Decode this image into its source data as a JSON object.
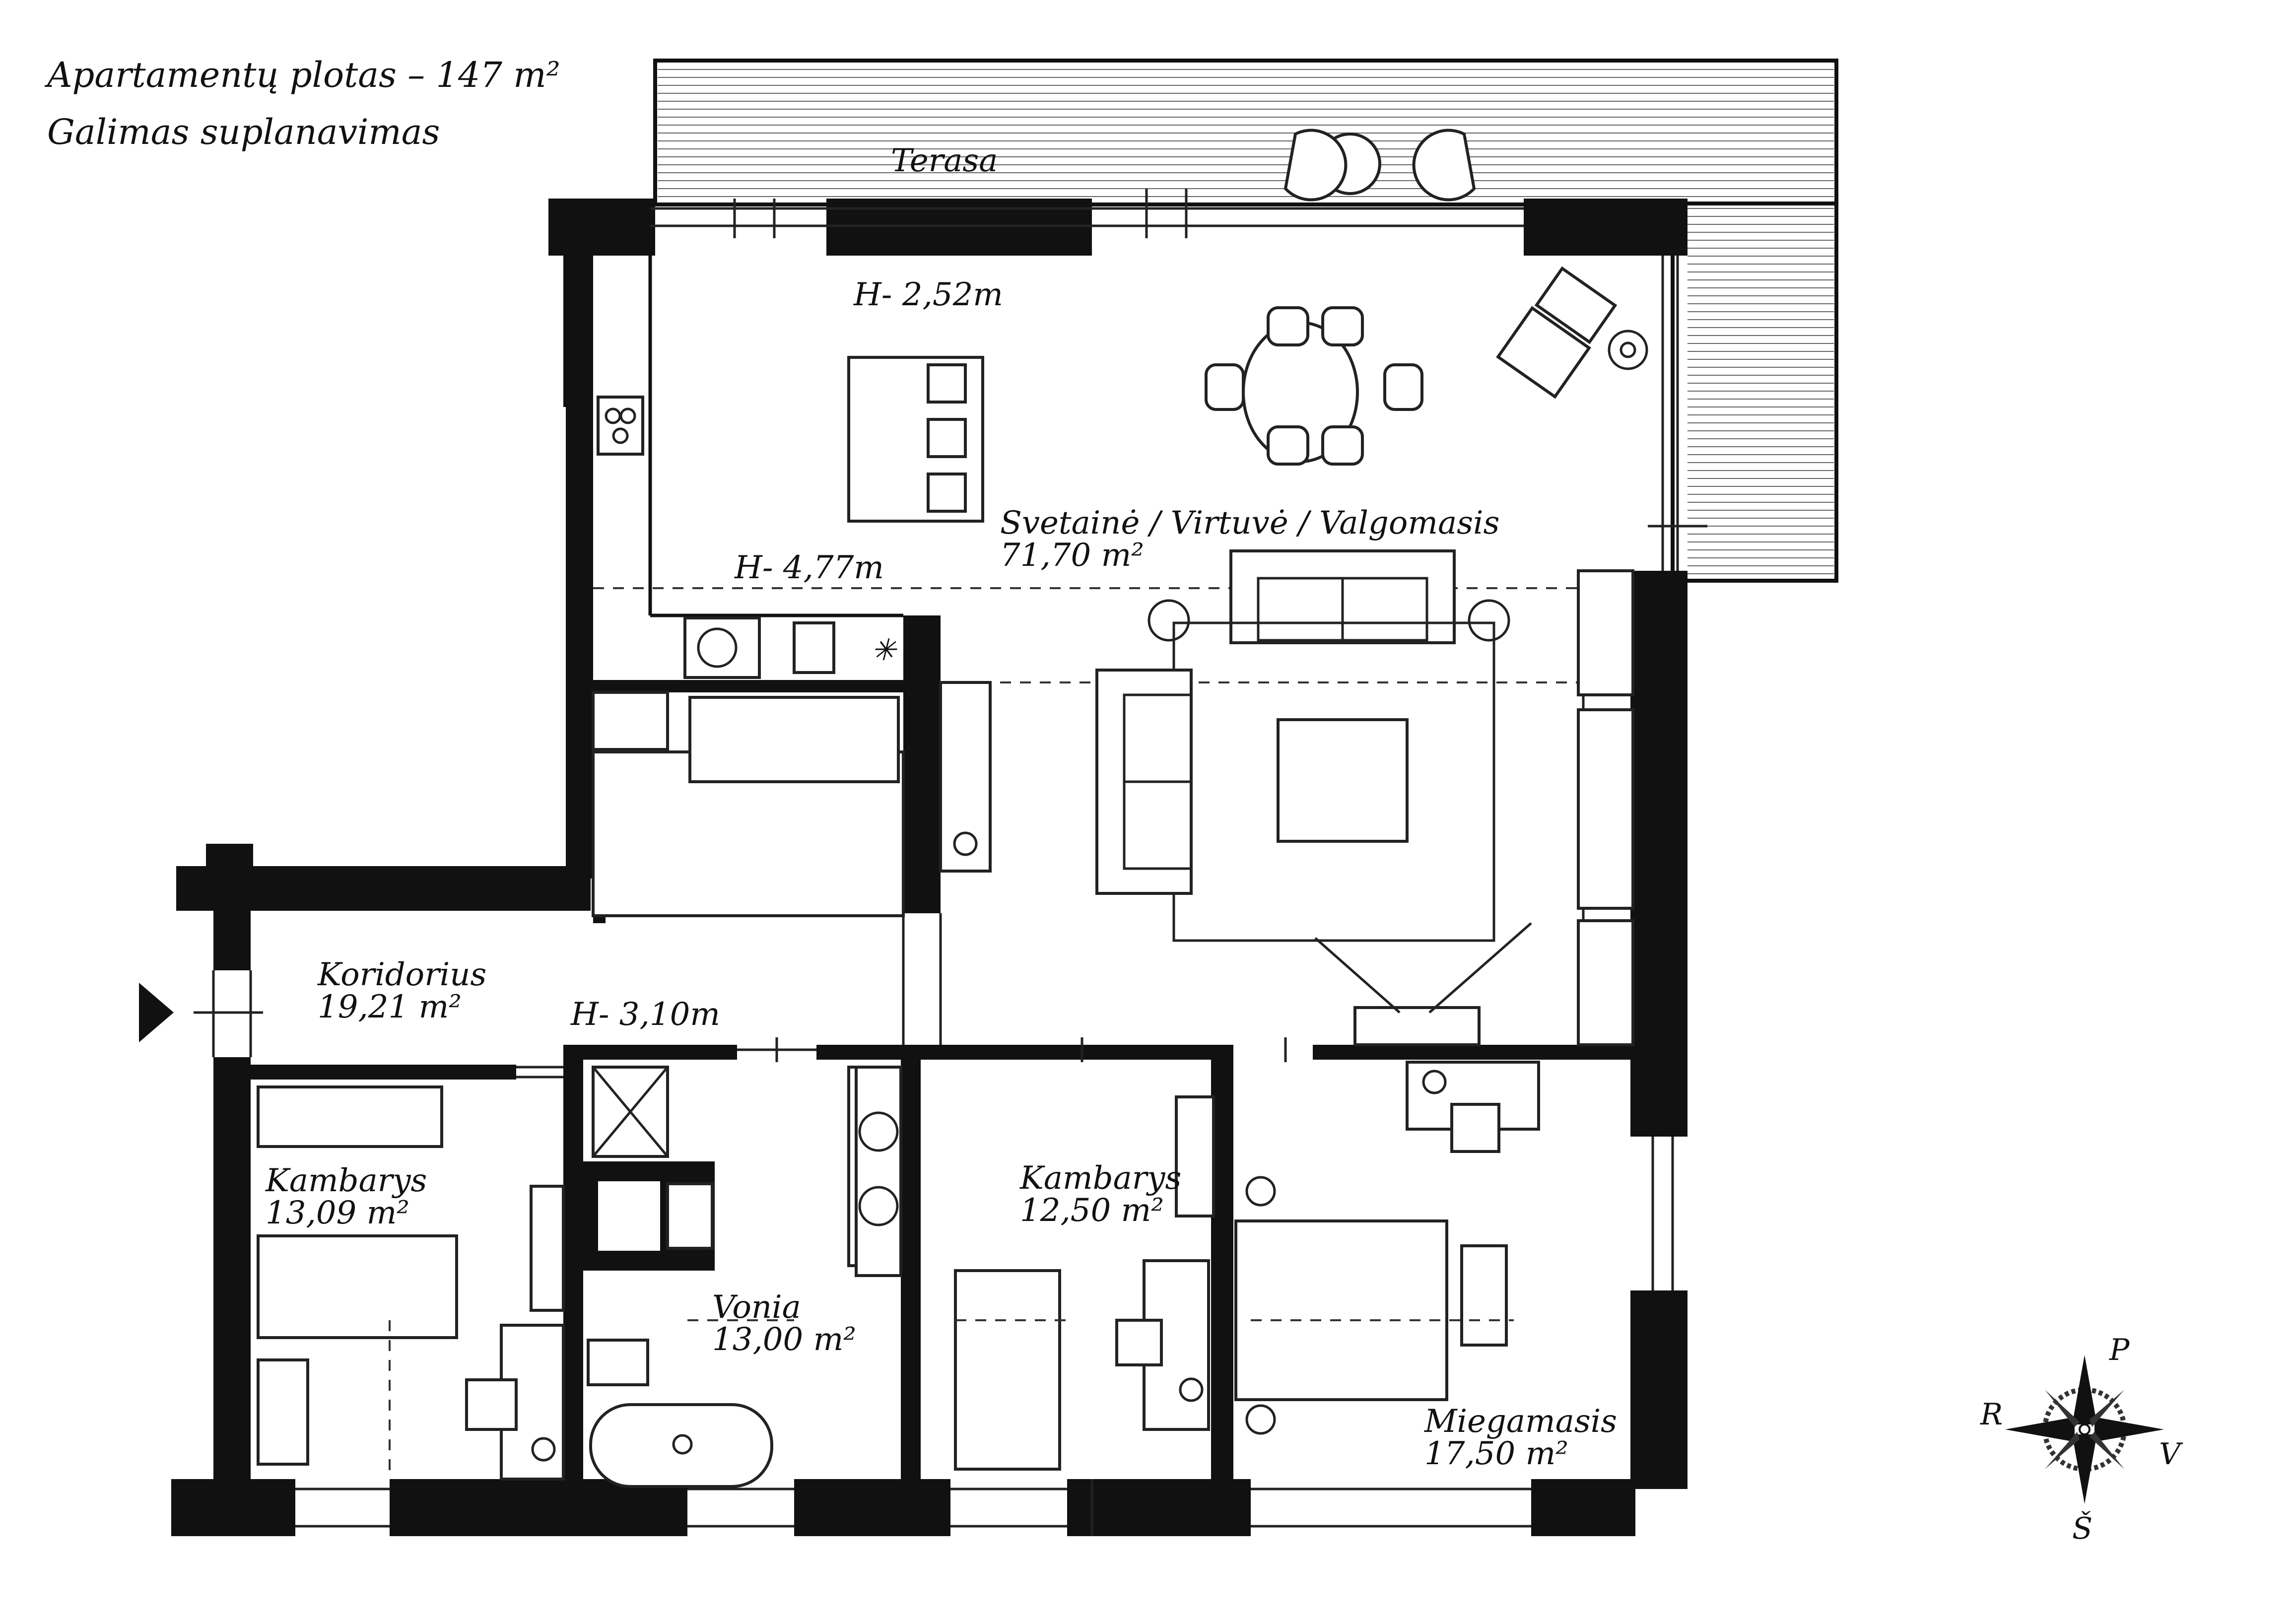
{
  "header": {
    "title": "Apartamentų plotas – 147 m²",
    "subtitle": "Galimas suplanavimas"
  },
  "rooms": {
    "terrace": {
      "name": "Terasa"
    },
    "living": {
      "name": "Svetainė / Virtuvė / Valgomasis",
      "area": "71,70 m²"
    },
    "corridor": {
      "name": "Koridorius",
      "area": "19,21 m²"
    },
    "room_left": {
      "name": "Kambarys",
      "area": "13,09 m²"
    },
    "bathroom": {
      "name": "Vonia",
      "area": "13,00 m²"
    },
    "room_mid": {
      "name": "Kambarys",
      "area": "12,50 m²"
    },
    "bedroom": {
      "name": "Miegamasis",
      "area": "17,50 m²"
    }
  },
  "heights": {
    "kitchen": "H- 2,52m",
    "living": "H- 4,77m",
    "corridor": "H- 3,10m"
  },
  "compass": {
    "north": "P",
    "south": "Š",
    "east": "V",
    "west": "R"
  },
  "icons": {
    "entrance": "triangle-arrow-icon",
    "compass": "compass-rose-icon"
  },
  "colors": {
    "wall": "#111111",
    "line": "#222222",
    "background": "#ffffff"
  }
}
